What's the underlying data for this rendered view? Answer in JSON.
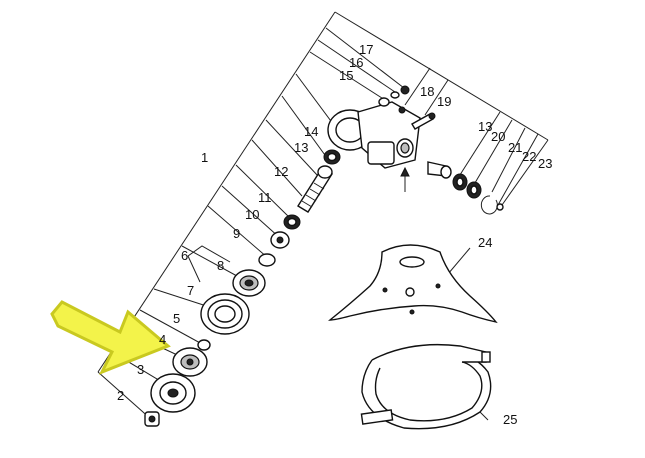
{
  "callouts": [
    {
      "id": "1",
      "text": "1"
    },
    {
      "id": "2",
      "text": "2"
    },
    {
      "id": "3",
      "text": "3"
    },
    {
      "id": "4",
      "text": "4"
    },
    {
      "id": "5",
      "text": "5"
    },
    {
      "id": "6",
      "text": "6"
    },
    {
      "id": "7",
      "text": "7"
    },
    {
      "id": "8",
      "text": "8"
    },
    {
      "id": "9",
      "text": "9"
    },
    {
      "id": "10",
      "text": "10"
    },
    {
      "id": "11",
      "text": "11"
    },
    {
      "id": "12",
      "text": "12"
    },
    {
      "id": "13a",
      "text": "13"
    },
    {
      "id": "13b",
      "text": "13"
    },
    {
      "id": "14",
      "text": "14"
    },
    {
      "id": "15",
      "text": "15"
    },
    {
      "id": "16",
      "text": "16"
    },
    {
      "id": "17",
      "text": "17"
    },
    {
      "id": "18",
      "text": "18"
    },
    {
      "id": "19",
      "text": "19"
    },
    {
      "id": "20",
      "text": "20"
    },
    {
      "id": "21",
      "text": "21"
    },
    {
      "id": "22",
      "text": "22"
    },
    {
      "id": "23",
      "text": "23"
    },
    {
      "id": "24",
      "text": "24"
    },
    {
      "id": "25",
      "text": "25"
    }
  ],
  "highlight_color": "#f3f34a",
  "highlight_outline": "#c9c920"
}
